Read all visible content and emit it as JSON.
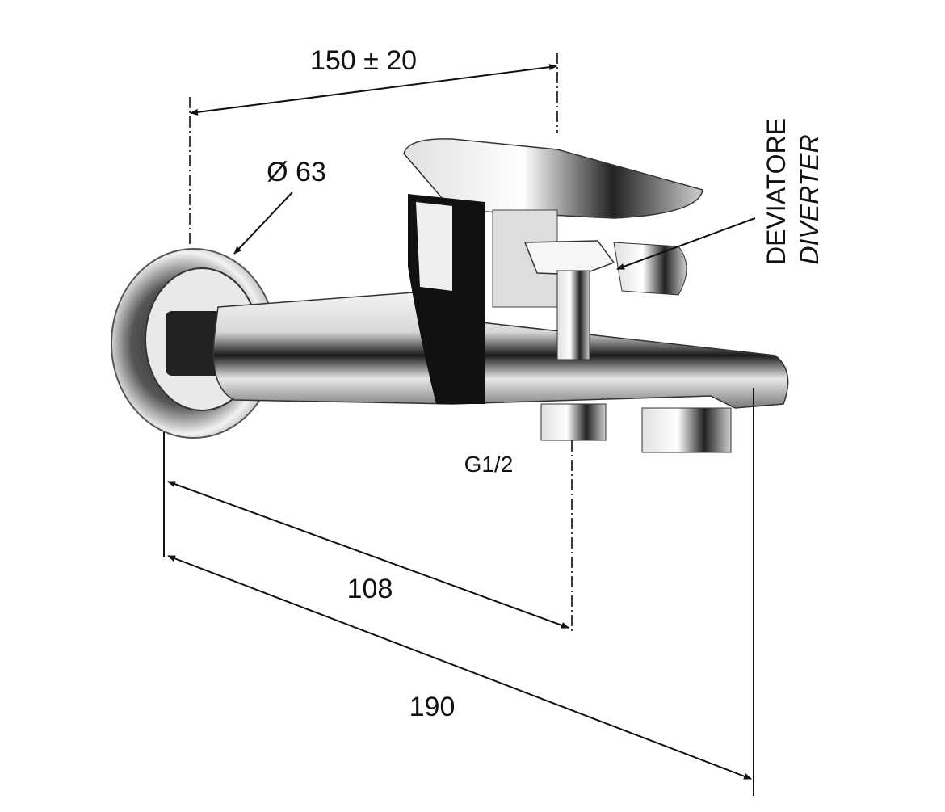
{
  "dimensions": {
    "projection": "150 ± 20",
    "diameter": "Ø 63",
    "inlet_to_outlet": "108",
    "overall_length": "190"
  },
  "labels": {
    "connection": "G1/2",
    "diverter_it": "DEVIATORE",
    "diverter_en": "DIVERTER"
  }
}
